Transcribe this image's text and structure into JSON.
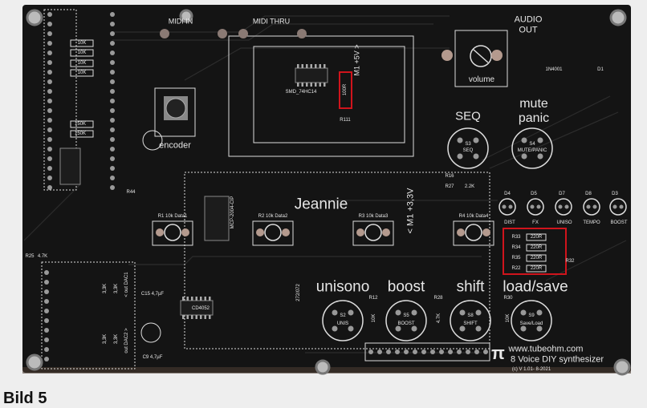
{
  "caption": "Bild 5",
  "board": {
    "color": "#141414",
    "silkscreen_color": "#e6e6e6",
    "highlight_color": "#d0141c",
    "connectors": {
      "midi_in": "MIDI IN",
      "midi_thru": "MIDI THRU",
      "audio_out_1": "AUDIO",
      "audio_out_2": "OUT"
    },
    "controls": {
      "volume": "volume",
      "encoder": "encoder",
      "seq": "SEQ",
      "mute_1": "mute",
      "mute_2": "panic"
    },
    "module_name": "Jeannie",
    "m1_5v": "M1 +5V >",
    "m1_33v": "< M1 +3,3V",
    "pots": [
      "R1  10k Data1",
      "R2  10k Data2",
      "R3  10k Data3",
      "R4  10k Data4"
    ],
    "buttons": [
      {
        "label": "unisono",
        "ref": "S2",
        "silk": "UNIS"
      },
      {
        "label": "boost",
        "ref": "S5",
        "silk": "BOOST"
      },
      {
        "label": "shift",
        "ref": "S8",
        "silk": "SHIFT"
      },
      {
        "label": "load/save",
        "ref": "S9",
        "silk": "Save/Load"
      }
    ],
    "top_buttons": [
      {
        "ref": "S3",
        "silk": "SEQ"
      },
      {
        "ref": "S4",
        "silk": "MUTE/PANIC"
      }
    ],
    "leds": [
      {
        "ref": "D4",
        "label": "DIST"
      },
      {
        "ref": "D5",
        "label": "FX"
      },
      {
        "ref": "D7",
        "label": "UNISO"
      },
      {
        "ref": "D8",
        "label": "TEMPO"
      },
      {
        "ref": "D3",
        "label": "BOOST"
      }
    ],
    "led_resistors": [
      {
        "ref": "R33",
        "value": "220R"
      },
      {
        "ref": "R34",
        "value": "220R"
      },
      {
        "ref": "R35",
        "value": "220R"
      },
      {
        "ref": "R22",
        "value": "220R"
      }
    ],
    "left_resistors": [
      "10K",
      "10K",
      "10K",
      "10K",
      "150K",
      "150K"
    ],
    "ics": {
      "ic1": "SMD_74HC14",
      "ic2": "CD4052",
      "ic3": "272/072",
      "ic4": "MCP-2004-CIP"
    },
    "dac_labels": {
      "dac1": "< out DAC1",
      "dac2": "out DAC2 >"
    },
    "dac_resistors": [
      "3,3K",
      "3,3K",
      "3,3K",
      "3,3K"
    ],
    "misc": {
      "diode": "1N4001",
      "d1": "D1",
      "r44": "R44",
      "r25": "R25",
      "r25_val": "4.7K",
      "c15": "C15  4,7µF",
      "c9": "C9  4,7µF",
      "r12": "R12",
      "r28": "R28",
      "r30": "R30",
      "r12_val": "10K",
      "r28_val": "4.7K",
      "r30_val": "10K",
      "r16": "R16",
      "r27": "R27",
      "r27_val": "2.2K",
      "r32": "R32",
      "r38_val": "100R",
      "r111": "R111"
    },
    "branding": {
      "url": "www.tubeohm.com",
      "product": "8 Voice DIY synthesizer",
      "version": "(c) V 1.01- 8-2021"
    }
  }
}
